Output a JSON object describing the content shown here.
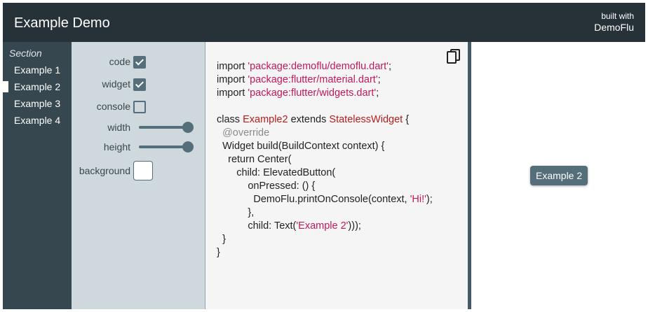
{
  "app": {
    "title": "Example Demo",
    "built_with_small": "built with",
    "built_with_name": "DemoFlu"
  },
  "sidebar": {
    "section": "Section",
    "items": [
      {
        "label": "Example 1"
      },
      {
        "label": "Example 2",
        "selected": true
      },
      {
        "label": "Example 3"
      },
      {
        "label": "Example 4"
      }
    ]
  },
  "options": {
    "code": {
      "label": "code",
      "checked": true
    },
    "widget": {
      "label": "widget",
      "checked": true
    },
    "console": {
      "label": "console",
      "checked": false
    },
    "width": {
      "label": "width",
      "value_fraction": 1.0
    },
    "height": {
      "label": "height",
      "value_fraction": 1.0
    },
    "background": {
      "label": "background",
      "color": "#ffffff"
    }
  },
  "code": {
    "import1_kw": "import ",
    "import1_str": "'package:demoflu/demoflu.dart'",
    "import2_kw": "import ",
    "import2_str": "'package:flutter/material.dart'",
    "import3_kw": "import ",
    "import3_str": "'package:flutter/widgets.dart'",
    "semi": ";",
    "class_kw": "class ",
    "class_name": "Example2",
    "extends_kw": " extends ",
    "super_name": "StatelessWidget",
    "class_open": " {",
    "annotation": "@override",
    "build_sig": "Widget build(BuildContext context) {",
    "return_kw": "return ",
    "center": "Center(",
    "child_btn": "child: ElevatedButton(",
    "on_pressed": "onPressed: () {",
    "print_pre": "DemoFlu.printOnConsole(context, ",
    "print_str": "'Hi!'",
    "print_post": ");",
    "close_cb": "},",
    "child_text_pre": "child: Text(",
    "child_text_str": "'Example 2'",
    "child_text_post": ")));",
    "close_build": "}",
    "close_class": "}"
  },
  "preview": {
    "button_label": "Example 2"
  },
  "colors": {
    "appbar": "#263238",
    "sidebar": "#37474f",
    "options_bg": "#cfd8dc",
    "accent": "#546e7a",
    "string": "#c2185b",
    "class_name": "#b71c1c"
  },
  "icons": {
    "copy": "copy-icon"
  }
}
